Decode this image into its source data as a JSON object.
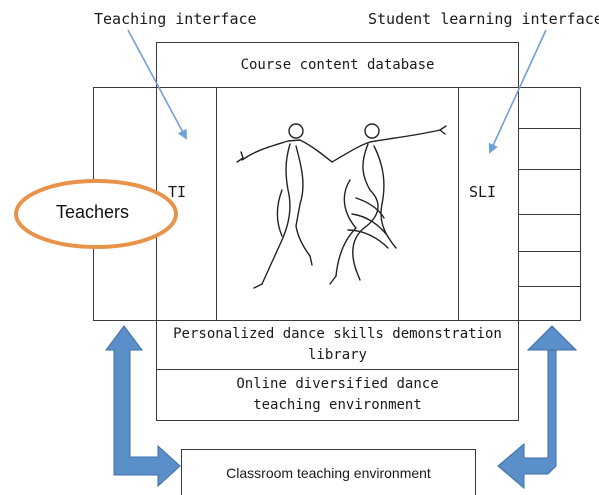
{
  "labels": {
    "teaching_interface": "Teaching interface",
    "student_learning_interface": "Student learning interface",
    "course_content_database": "Course content database",
    "ti": "TI",
    "sli": "SLI",
    "teachers": "Teachers",
    "personalized_library": "Personalized dance skills demonstration library",
    "online_environment": "Online diversified dance teaching environment",
    "classroom_environment": "Classroom teaching environment"
  },
  "colors": {
    "arrow_blue": "#5b8fc9",
    "arrow_blue_dark": "#3d6fa8",
    "pointer_blue": "#6fa0d8",
    "teachers_ellipse": "#e8924a",
    "box_border": "#3a3a3a"
  },
  "icons": {
    "dance_illustration": "dancing-couple-sketch"
  }
}
